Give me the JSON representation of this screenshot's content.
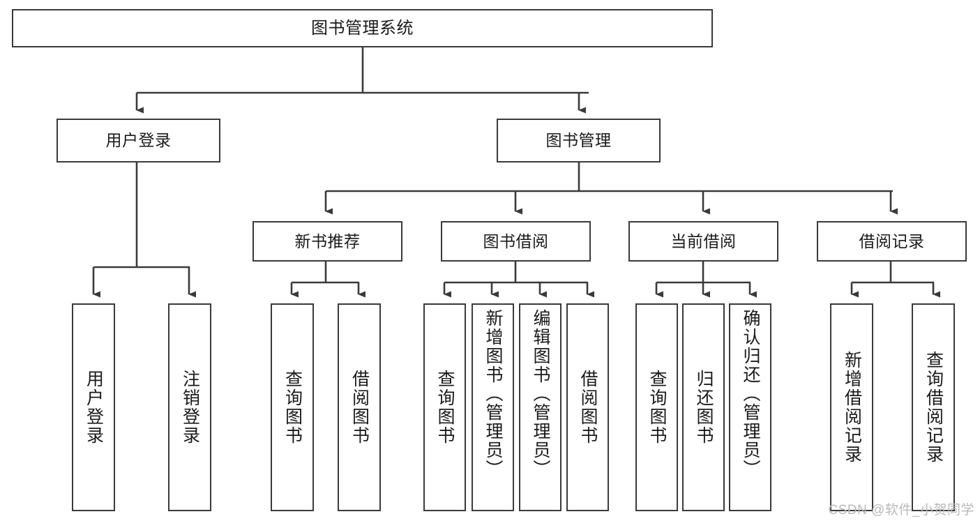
{
  "diagram": {
    "title": "图书管理系统",
    "watermark": "CSDN @软件_小贺同学",
    "stroke_color": "#3a3a3a",
    "background_color": "#ffffff",
    "text_color": "#1a1a1a"
  },
  "nodes": {
    "root": {
      "label": "图书管理系统"
    },
    "level2": [
      {
        "label": "用户登录"
      },
      {
        "label": "图书管理"
      }
    ],
    "level3": [
      {
        "label": "新书推荐"
      },
      {
        "label": "图书借阅"
      },
      {
        "label": "当前借阅"
      },
      {
        "label": "借阅记录"
      }
    ],
    "leaves": {
      "user_login": [
        {
          "label": "用户登录"
        },
        {
          "label": "注销登录"
        }
      ],
      "new_book_recommend": [
        {
          "label": "查询图书"
        },
        {
          "label": "借阅图书"
        }
      ],
      "book_borrow": [
        {
          "label": "查询图书"
        },
        {
          "label": "新增图书（管理员）"
        },
        {
          "label": "编辑图书（管理员）"
        },
        {
          "label": "借阅图书"
        }
      ],
      "current_borrow": [
        {
          "label": "查询图书"
        },
        {
          "label": "归还图书"
        },
        {
          "label": "确认归还（管理员）"
        }
      ],
      "borrow_record": [
        {
          "label": "新增借阅记录"
        },
        {
          "label": "查询借阅记录"
        }
      ]
    }
  }
}
